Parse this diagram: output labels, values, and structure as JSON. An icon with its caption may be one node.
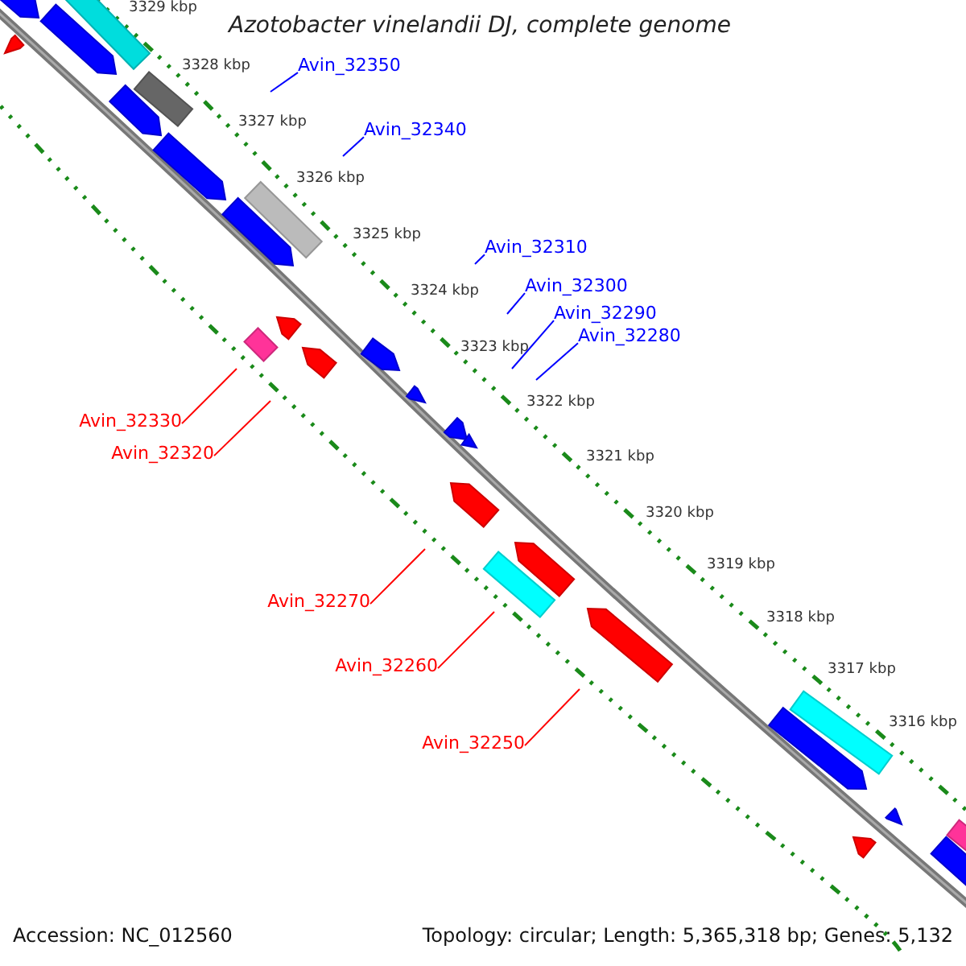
{
  "diagram": {
    "title": "Azotobacter vinelandii DJ, complete genome",
    "nodes": [
      {
        "text": [
          "Avin_32350"
        ]
      },
      {
        "text": [
          "Avin_32340"
        ]
      },
      {
        "text": [
          "Avin_32310"
        ]
      },
      {
        "text": [
          "Avin_32300"
        ]
      },
      {
        "text": [
          "Avin_32290"
        ]
      },
      {
        "text": [
          "Avin_32280"
        ]
      },
      {
        "text": [
          "Avin_32330"
        ]
      },
      {
        "text": [
          "Avin_32320"
        ]
      },
      {
        "text": [
          "Avin_32270"
        ]
      },
      {
        "text": [
          "Avin_32260"
        ]
      },
      {
        "text": [
          "Avin_32250"
        ]
      }
    ],
    "edges": [
      {
        "from": 0,
        "to": null,
        "arrow": "none"
      },
      {
        "from": 1,
        "to": null,
        "arrow": "none"
      },
      {
        "from": 2,
        "to": null,
        "arrow": "none"
      },
      {
        "from": 3,
        "to": null,
        "arrow": "none"
      },
      {
        "from": 4,
        "to": null,
        "arrow": "none"
      },
      {
        "from": 5,
        "to": null,
        "arrow": "none"
      },
      {
        "from": 6,
        "to": null,
        "arrow": "none",
        "color": "#ff0000"
      },
      {
        "from": 7,
        "to": null,
        "arrow": "none",
        "color": "#ff0000"
      },
      {
        "from": 8,
        "to": null,
        "arrow": "none",
        "color": "#ff0000"
      },
      {
        "from": 9,
        "to": null,
        "arrow": "none",
        "color": "#ff0000"
      },
      {
        "from": 10,
        "to": null,
        "arrow": "none",
        "color": "#ff0000"
      }
    ],
    "labels": [
      "3329 kbp",
      "3328 kbp",
      "3327 kbp",
      "3326 kbp",
      "3325 kbp",
      "3324 kbp",
      "3323 kbp",
      "3322 kbp",
      "3321 kbp",
      "3320 kbp",
      "3319 kbp",
      "3318 kbp",
      "3317 kbp",
      "3316 kbp",
      "Accession: NC_012560",
      "Topology: circular; Length: 5,365,318 bp; Genes: 5,132"
    ]
  }
}
